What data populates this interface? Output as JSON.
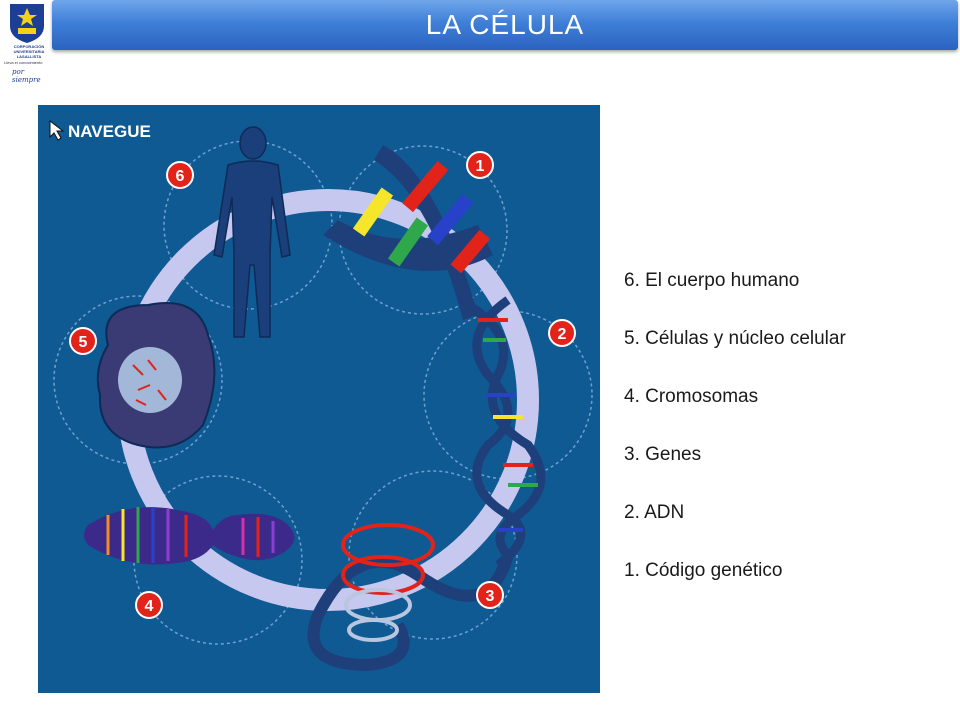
{
  "header": {
    "title": "LA CÉLULA"
  },
  "logo": {
    "org_lines": [
      "CORPORACIÓN",
      "UNIVERSITARIA",
      "LASALLISTA"
    ],
    "tagline": "Lleva el conocimiento",
    "script": "por siempre"
  },
  "diagram": {
    "nav_label": "NAVEGUE",
    "stage_numbers": [
      "1",
      "2",
      "3",
      "4",
      "5",
      "6"
    ],
    "colors": {
      "background": "#0f5a93",
      "ring": "#c6c8f0",
      "badge": "#e2231a"
    }
  },
  "legend": {
    "items": [
      "6. El cuerpo humano",
      "5. Células y núcleo celular",
      "4. Cromosomas",
      "3. Genes",
      "2. ADN",
      "1. Código genético"
    ]
  }
}
